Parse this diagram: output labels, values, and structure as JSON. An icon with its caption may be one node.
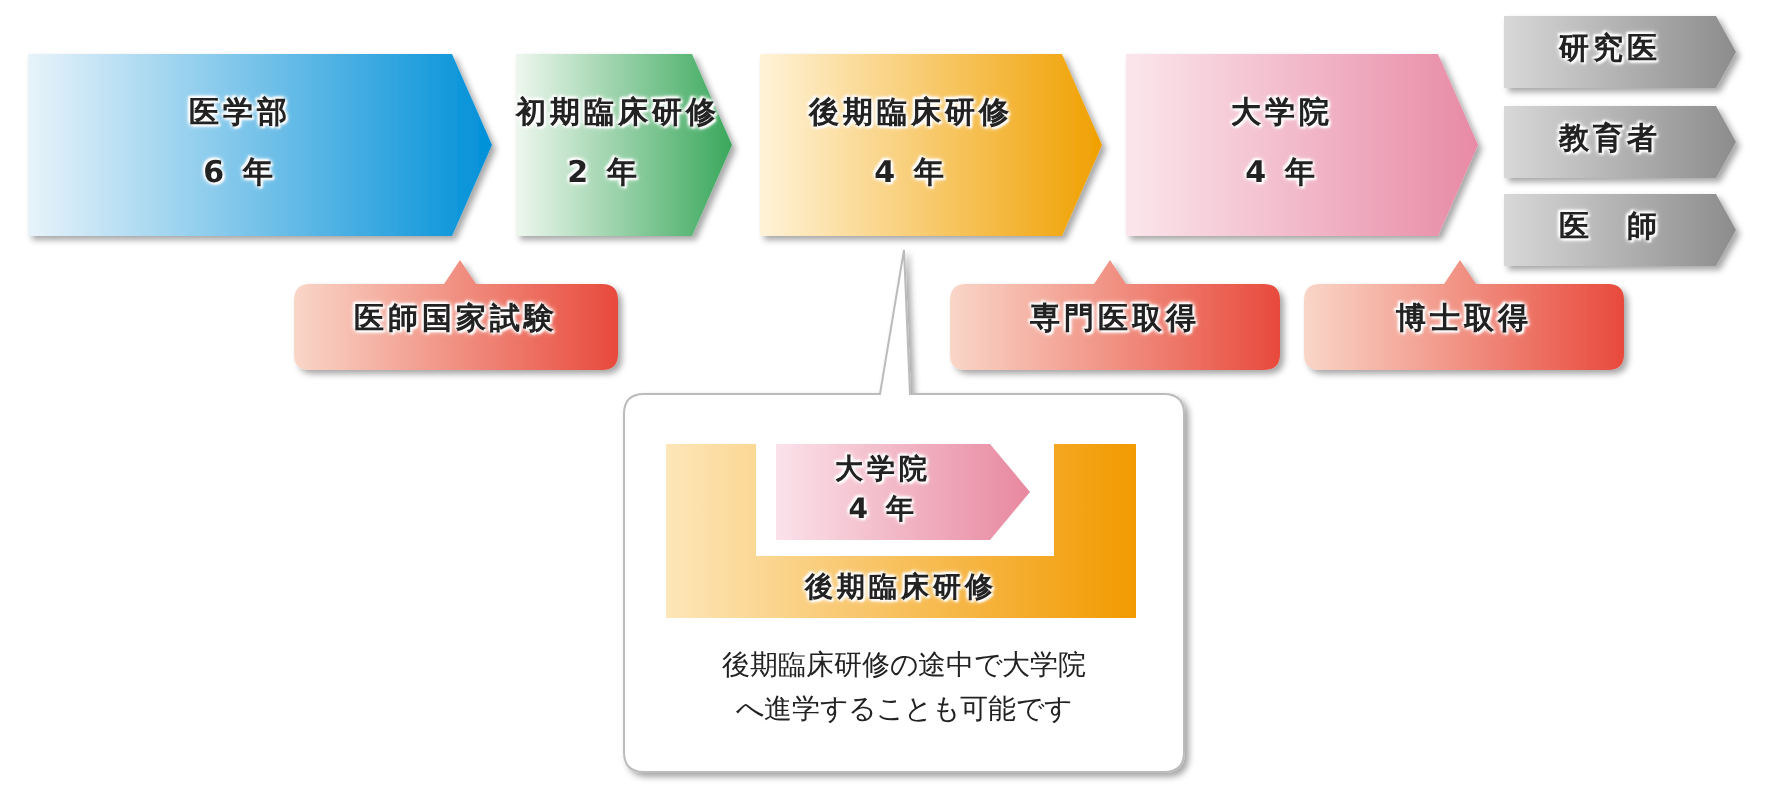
{
  "diagram": {
    "nodes": [
      {
        "text": [
          "医学部",
          "6 年"
        ]
      },
      {
        "text": [
          "初期臨床研修",
          "2 年"
        ]
      },
      {
        "text": [
          "後期臨床研修",
          "4 年"
        ]
      },
      {
        "text": [
          "大学院",
          "4 年"
        ]
      },
      {
        "text": [
          "研究医"
        ]
      },
      {
        "text": [
          "教育者"
        ]
      },
      {
        "text": [
          "医　師"
        ]
      },
      {
        "text": [
          "医師国家試験"
        ]
      },
      {
        "text": [
          "専門医取得"
        ]
      },
      {
        "text": [
          "博士取得"
        ]
      },
      {
        "text": [
          "後期臨床研修の途中で大学院へ進学することも可能です"
        ]
      },
      {
        "text": [
          "後期臨床研修"
        ],
        "in": 10
      },
      {
        "text": [
          "大学院",
          "4 年"
        ],
        "in": 11
      }
    ]
  }
}
